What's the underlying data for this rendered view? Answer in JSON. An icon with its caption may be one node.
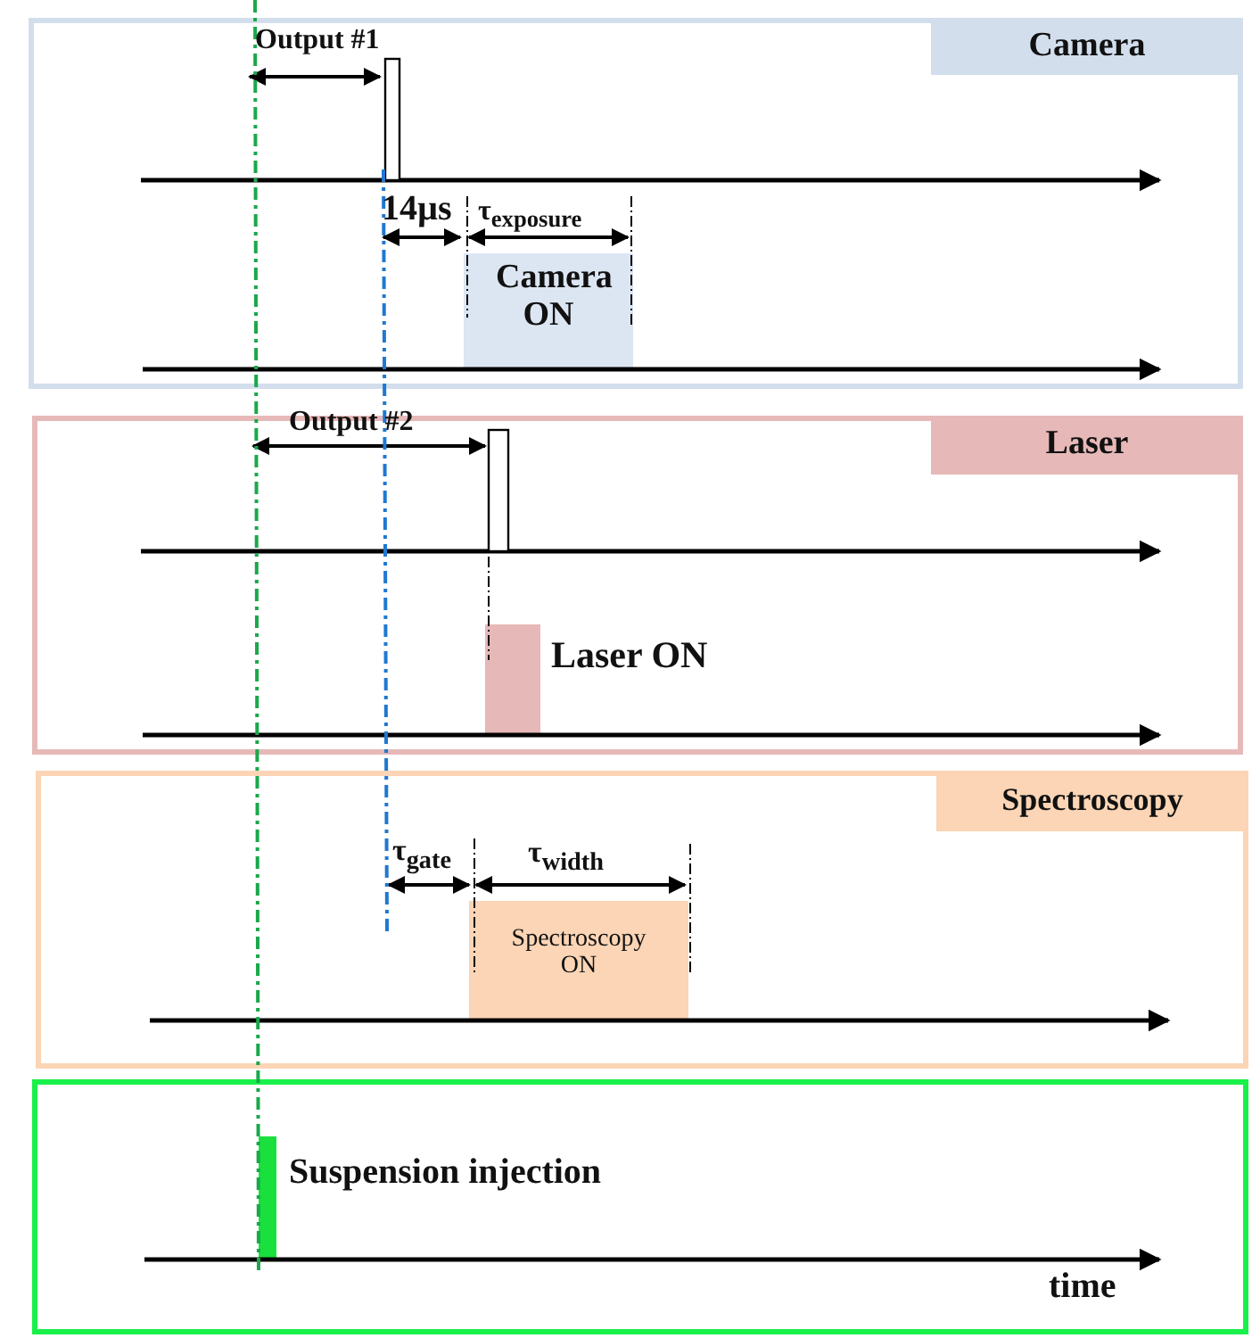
{
  "diagram": {
    "nodes": [
      {
        "text": [
          "Camera"
        ]
      },
      {
        "text": [
          "Camera ON"
        ],
        "in": 0
      },
      {
        "text": [
          "Laser"
        ]
      },
      {
        "text": [],
        "shape": "bar",
        "in": 2,
        "beside": [
          "Laser ON"
        ]
      },
      {
        "text": [
          "Spectroscopy"
        ]
      },
      {
        "text": [
          "Spectroscopy ON"
        ],
        "in": 4
      },
      {
        "text": [],
        "shape": "box"
      },
      {
        "text": [],
        "shape": "bar",
        "in": 6,
        "beside": [
          "Suspension injection"
        ]
      }
    ],
    "labels": [
      "Output #1",
      "14µs",
      "τ$_{exposure}$",
      "Output #2",
      "τ$_{gate}$",
      "τ$_{width}$",
      "time"
    ]
  }
}
